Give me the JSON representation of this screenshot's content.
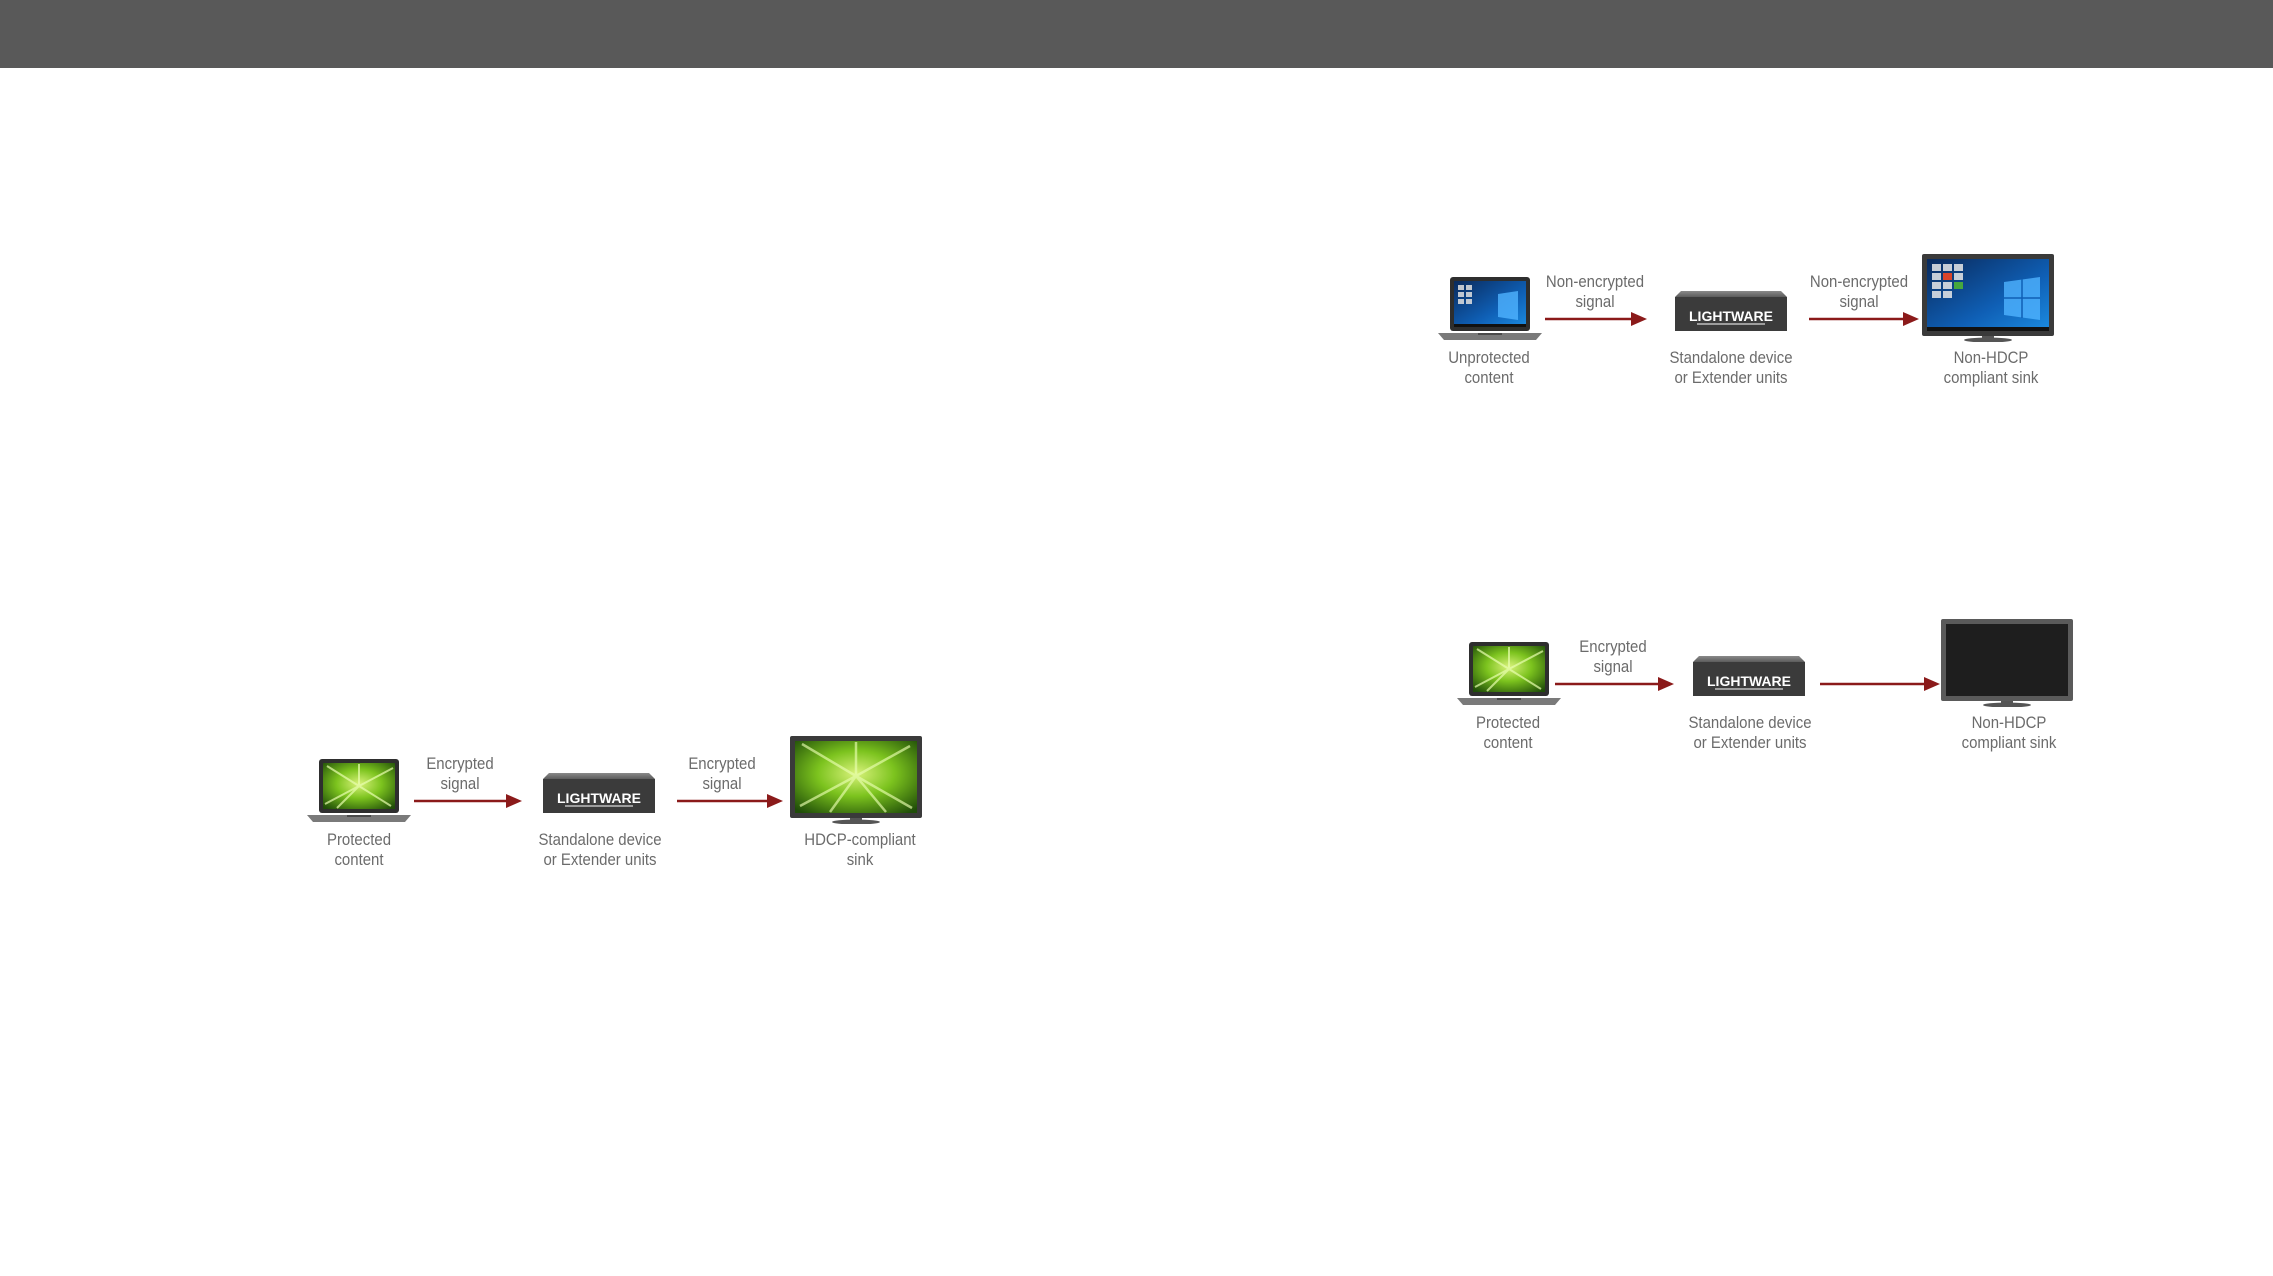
{
  "colors": {
    "header_bar": "#595959",
    "arrow": "#8b1a1a",
    "label_text": "#6b6b6b",
    "device_body": "#3b3b3b"
  },
  "icons": {
    "source": "laptop-icon",
    "device": "lightware-device-icon",
    "sink": "monitor-icon"
  },
  "device_brand": "LIGHTWARE",
  "diagram_a": {
    "source": {
      "label_line1": "Protected",
      "label_line2": "content",
      "screen": "green-leaf"
    },
    "arrow1": {
      "label_line1": "Encrypted",
      "label_line2": "signal"
    },
    "device": {
      "label_line1": "Standalone device",
      "label_line2": "or Extender units"
    },
    "arrow2": {
      "label_line1": "Encrypted",
      "label_line2": "signal"
    },
    "sink": {
      "label_line1": "HDCP-compliant",
      "label_line2": "sink",
      "screen": "green-leaf"
    }
  },
  "diagram_b": {
    "source": {
      "label_line1": "Unprotected",
      "label_line2": "content",
      "screen": "desktop"
    },
    "arrow1": {
      "label_line1": "Non-encrypted",
      "label_line2": "signal"
    },
    "device": {
      "label_line1": "Standalone device",
      "label_line2": "or Extender units"
    },
    "arrow2": {
      "label_line1": "Non-encrypted",
      "label_line2": "signal"
    },
    "sink": {
      "label_line1": "Non-HDCP",
      "label_line2": "compliant sink",
      "screen": "desktop"
    }
  },
  "diagram_c": {
    "source": {
      "label_line1": "Protected",
      "label_line2": "content",
      "screen": "green-leaf"
    },
    "arrow1": {
      "label_line1": "Encrypted",
      "label_line2": "signal"
    },
    "device": {
      "label_line1": "Standalone device",
      "label_line2": "or Extender units"
    },
    "arrow2": {
      "label_line1": "",
      "label_line2": ""
    },
    "sink": {
      "label_line1": "Non-HDCP",
      "label_line2": "compliant sink",
      "screen": "blank"
    }
  }
}
